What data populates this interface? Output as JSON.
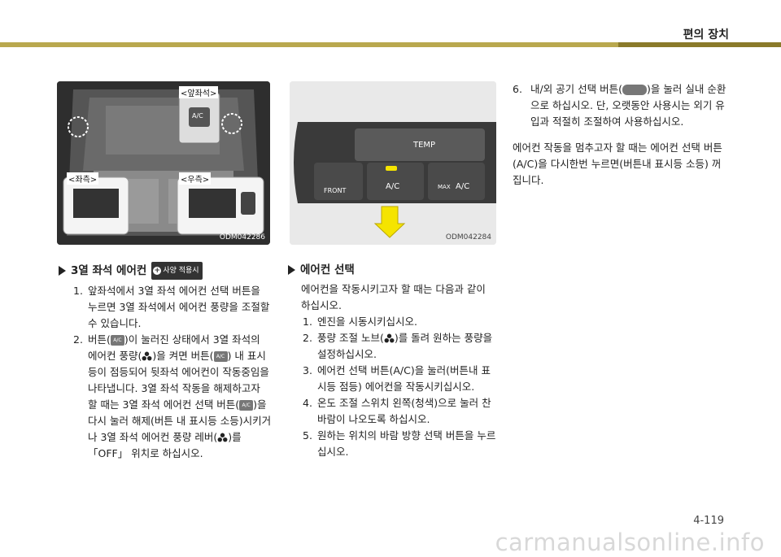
{
  "header": {
    "title": "편의 장치"
  },
  "figure1": {
    "labels": {
      "front": "<앞좌석>",
      "left": "<좌측>",
      "right": "<우측>",
      "ac": "A/C"
    },
    "code": "ODM042286"
  },
  "figure2": {
    "labels": {
      "temp": "TEMP",
      "front": "FRONT",
      "ac": "A/C",
      "max_ac_prefix": "MAX",
      "max_ac": "A/C"
    },
    "code": "ODM042284"
  },
  "section1": {
    "title": "3열 좌석 에어컨",
    "badge": "사양 적용시",
    "items": [
      {
        "num": "1.",
        "text": "앞좌석에서 3열 좌석 에어컨 선택 버튼을 누르면 3열 좌석에서 에어컨 풍량을 조절할 수 있습니다."
      },
      {
        "num": "2.",
        "t1": "버튼(",
        "t2": ")이 눌러진 상태에서 3열 좌석의 에어컨 풍량(",
        "t3": ")을 켜면 버튼(",
        "t4": ") 내 표시등이 점등되어 뒷좌석 에어컨이 작동중임을 나타냅니다. 3열 좌석 작동을 해제하고자 할 때는 3열 좌석 에어컨 선택 버튼(",
        "t5": ")을 다시 눌러 해제(버튼 내 표시등 소등)시키거나 3열 좌석 에어컨 풍량 레버(",
        "t6": ")를 「OFF」 위치로 하십시오."
      }
    ]
  },
  "section2": {
    "title": "에어컨 선택",
    "intro": "에어컨을 작동시키고자 할 때는 다음과 같이 하십시오.",
    "items": [
      {
        "num": "1.",
        "text": "엔진을 시동시키십시오."
      },
      {
        "num": "2.",
        "t1": "풍량 조절 노브(",
        "t2": ")를 돌려 원하는 풍량을 설정하십시오."
      },
      {
        "num": "3.",
        "text": "에어컨 선택 버튼(A/C)을 눌러(버튼내 표시등 점등) 에어컨을 작동시키십시오."
      },
      {
        "num": "4.",
        "text": "온도 조절 스위치 왼쪽(청색)으로 눌러 찬 바람이 나오도록 하십시오."
      },
      {
        "num": "5.",
        "text": "원하는 위치의 바람 방향 선택 버튼을 누르십시오."
      }
    ]
  },
  "section3": {
    "items": [
      {
        "num": "6.",
        "t1": "내/외 공기 선택 버튼(",
        "t2": ")을 눌러 실내 순환으로 하십시오. 단, 오랫동안 사용시는 외기 유입과 적절히 조절하여 사용하십시오."
      }
    ],
    "para": "에어컨 작동을 멈추고자 할 때는 에어컨 선택 버튼(A/C)을 다시한번 누르면(버튼내 표시등 소등) 꺼집니다."
  },
  "page_number": "4-119",
  "watermark": "carmanualsonline.info",
  "colors": {
    "accent_bar": "#b9a84e",
    "arrow": "#f5e400"
  },
  "icons": [
    "ac-button-icon",
    "fan-icon",
    "recirculation-button-icon",
    "arrow-icon"
  ]
}
